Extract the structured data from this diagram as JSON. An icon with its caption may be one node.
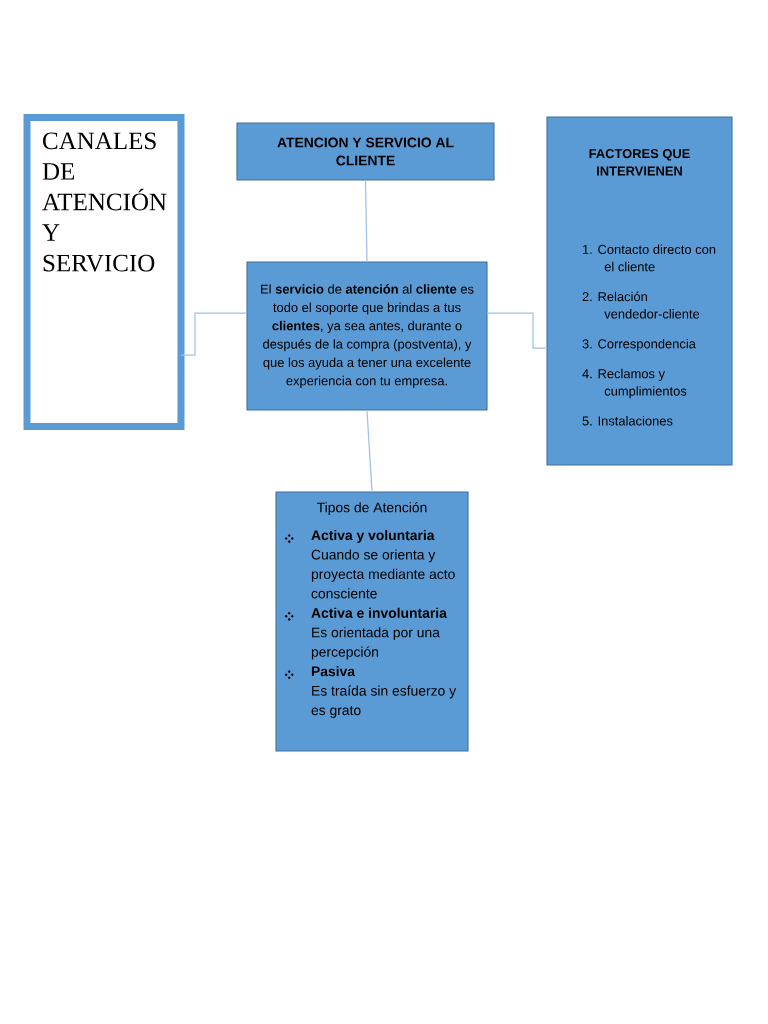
{
  "diagram": {
    "nodes": [
      {
        "text": [
          "CANALES DE ATENCIÓN Y SERVICIO"
        ]
      },
      {
        "text": [
          "ATENCION Y SERVICIO AL CLIENTE"
        ]
      },
      {
        "text": [
          "El **servicio** de **atención** al **cliente** es todo el soporte que brindas a tus **clientes**, ya sea antes, durante o después de la compra (postventa), y que los ayuda a tener una excelente experiencia con tu empresa."
        ]
      },
      {
        "text": [
          "FACTORES QUE INTERVIENEN",
          "1. Contacto directo con el cliente",
          "2. Relación vendedor-cliente",
          "3. Correspondencia",
          "4. Reclamos y cumplimientos",
          "5. Instalaciones"
        ]
      },
      {
        "text": [
          "Tipos de Atención",
          "Activa y voluntaria",
          "Cuando se orienta y proyecta mediante acto consciente",
          "Activa e involuntaria",
          "Es orientada por una percepción",
          "Pasiva",
          "Es traída sin esfuerzo y es grato"
        ]
      }
    ],
    "edges": [
      {
        "from": 1,
        "to": 2,
        "arrow": "none"
      },
      {
        "from": 2,
        "to": 0,
        "arrow": "none"
      },
      {
        "from": 2,
        "to": 3,
        "arrow": "none"
      },
      {
        "from": 2,
        "to": 4,
        "arrow": "none"
      }
    ]
  }
}
